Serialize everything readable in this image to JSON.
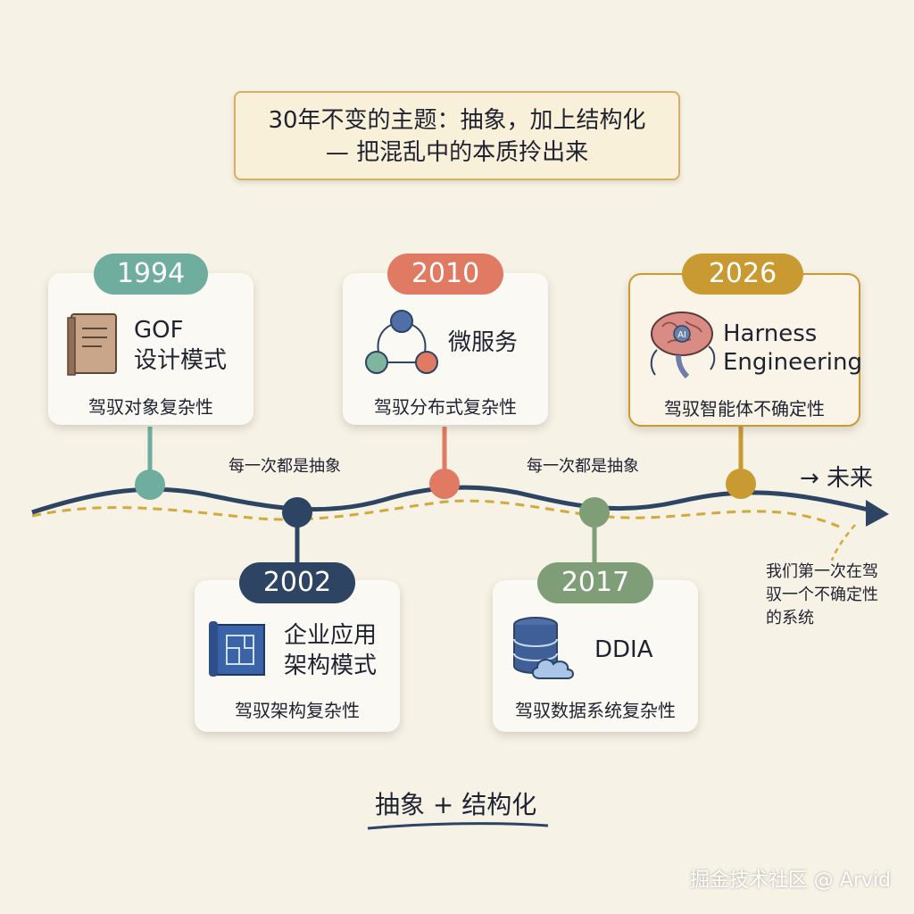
{
  "header": {
    "line1": "30年不变的主题：抽象，加上结构化",
    "line2": "— 把混乱中的本质拎出来"
  },
  "milestones": [
    {
      "year": "1994",
      "title_line1": "GOF",
      "title_line2": "设计模式",
      "subtitle": "驾驭对象复杂性",
      "color": "#6fae9f",
      "icon": "book-icon"
    },
    {
      "year": "2002",
      "title_line1": "企业应用",
      "title_line2": "架构模式",
      "subtitle": "驾驭架构复杂性",
      "color": "#2d4463",
      "icon": "blueprint-icon"
    },
    {
      "year": "2010",
      "title_line1": "微服务",
      "subtitle": "驾驭分布式复杂性",
      "color": "#e07a62",
      "icon": "microservices-icon"
    },
    {
      "year": "2017",
      "title_line1": "DDIA",
      "subtitle": "驾驭数据系统复杂性",
      "color": "#7f9e77",
      "icon": "database-cloud-icon"
    },
    {
      "year": "2026",
      "title_line1": "Harness",
      "title_line2": "Engineering",
      "subtitle": "驾驭智能体不确定性",
      "color": "#c99a32",
      "icon": "ai-brain-icon",
      "brain_label": "AI"
    }
  ],
  "timeline": {
    "arrow_label_1": "每一次都是抽象",
    "arrow_label_2": "每一次都是抽象",
    "future_label": "→ 未来",
    "note": "我们第一次在驾驭一个不确定性的系统"
  },
  "footer": {
    "bottom_label": "抽象 + 结构化",
    "watermark": "掘金技术社区 @ Arvid"
  }
}
